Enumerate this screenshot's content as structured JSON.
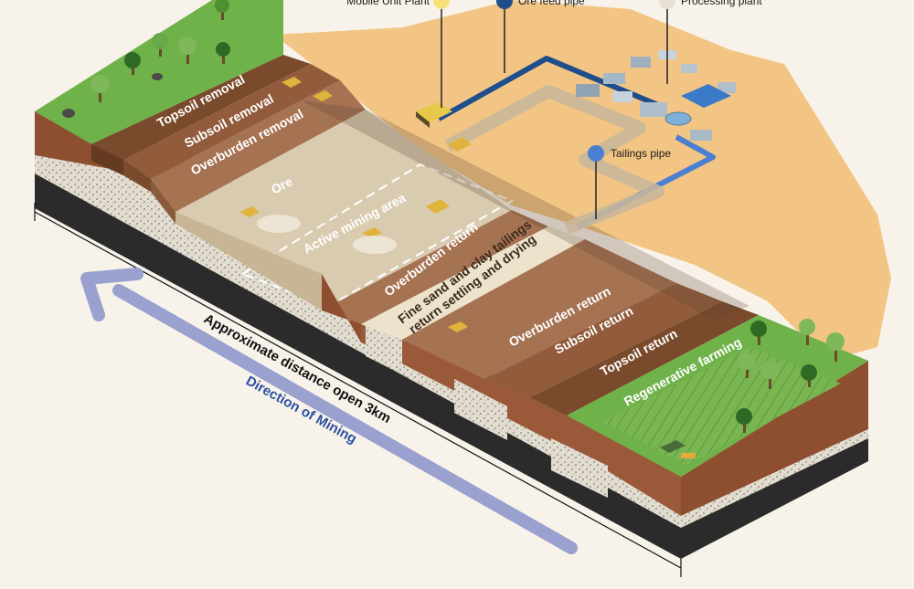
{
  "colors": {
    "background": "#f8f3ea",
    "sand": "#f2c584",
    "grass": "#6fb24a",
    "topsoil": "#7a4a2c",
    "subsoil": "#925c3c",
    "overburden": "#a57252",
    "ore": "#d9cbb0",
    "tailings": "#ede3cd",
    "soil_front": "#9a5a3a",
    "gravel": "#dcd8cc",
    "bedrock": "#2b2b2b",
    "ore_feed_pipe": "#1f4e8c",
    "tailings_pipe": "#4a7fd1",
    "mobile_plant_dot": "#f7e07a",
    "ore_feed_dot": "#1f4e8c",
    "processing_dot": "#e5e0cf",
    "arrow": "#9aa1cf",
    "direction_text": "#2b4fa3"
  },
  "legend": {
    "mobile_plant": "Mobile Unit Plant",
    "ore_feed_pipe": "Ore feed pipe",
    "processing_plant": "Processing plant",
    "tailings_pipe": "Tailings pipe"
  },
  "bands": {
    "topsoil_removal": "Topsoil removal",
    "subsoil_removal": "Subsoil removal",
    "overburden_removal": "Overburden removal",
    "ore": "Ore",
    "active_mining_area": "Active mining area",
    "overburden_return_1": "Overburden return",
    "tailings_line1": "Fine sand and clay tailings",
    "tailings_line2": "return settling and drying",
    "overburden_return_2": "Overburden return",
    "subsoil_return": "Subsoil return",
    "topsoil_return": "Topsoil return",
    "regenerative_farming": "Regenerative farming"
  },
  "labels": {
    "distance": "Approximate distance open 3km",
    "direction": "Direction of Mining"
  },
  "icons": {
    "tree": "tree-icon",
    "rock": "rock-icon",
    "dozer": "bulldozer-icon",
    "truck": "dump-truck-icon",
    "harvester": "harvester-icon",
    "hay_bale": "hay-bale-icon",
    "building": "building-icon",
    "pond": "pond-icon"
  }
}
